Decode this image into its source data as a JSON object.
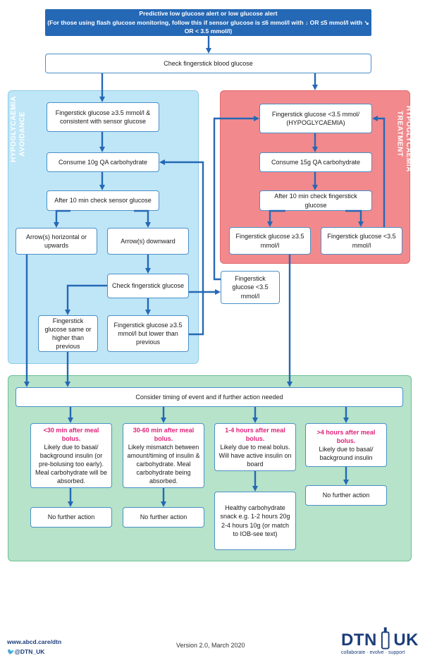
{
  "header": {
    "line1": "Predictive low glucose alert or low glucose alert",
    "line2": "(For those using flash glucose monitoring, follow this if sensor glucose is ≤6 mmol/l with ↓ OR ≤5 mmol/l with ↘ OR < 3.5 mmol/l)"
  },
  "check_fingerstick": "Check fingerstick blood glucose",
  "avoidance": {
    "label_line1": "HYPOGLYCAEMIA",
    "label_line2": "AVOIDANCE",
    "start": "Fingerstick glucose ≥3.5 mmol/l & consistent with sensor glucose",
    "consume": "Consume 10g QA carbohydrate",
    "after10": "After 10 min check sensor glucose",
    "arrows_horizontal": "Arrow(s) horizontal or upwards",
    "arrows_downward": "Arrow(s) downward",
    "check_fingerstick": "Check fingerstick glucose",
    "same_or_higher": "Fingerstick glucose same or higher than previous",
    "lower": "Fingerstick glucose ≥3.5 mmol/l but lower than previous"
  },
  "treatment": {
    "label_line1": "HYPOGLYCAEMIA",
    "label_line2": "TREATMENT",
    "start": "Fingerstick glucose <3.5 mmol/ (HYPOGLYCAEMIA)",
    "consume": "Consume 15g QA carbohydrate",
    "after10": "After 10 min check fingerstick glucose",
    "above": "Fingerstick glucose ≥3.5 mmol/l",
    "below": "Fingerstick glucose <3.5 mmol/l"
  },
  "middle_below": "Fingerstick glucose <3.5 mmol/l",
  "timing": {
    "consider": "Consider timing of event and if further action needed",
    "col1_title": "<30 min after meal bolus.",
    "col1_body": "Likely due to basal/ background insulin (or pre-bolusing too early). Meal carbohydrate will be absorbed.",
    "col2_title": "30-60 min after meal bolus.",
    "col2_body": "Likely mismatch between amount/timing of insulin & carbohydrate. Meal carbohydrate being absorbed.",
    "col3_title": "1-4 hours after meal bolus.",
    "col3_body": "Likely due to meal bolus. Will have active insulin on board",
    "col4_title": ">4 hours after meal bolus.",
    "col4_body": "Likely due to basal/ background insulin",
    "no_further_1": "No further action",
    "no_further_2": "No further action",
    "no_further_4": "No further action",
    "snack": "Healthy carbohydrate snack e.g. 1-2 hours 20g 2-4 hours 10g (or match to IOB-see text)"
  },
  "footer": {
    "website": "www.abcd.care/dtn",
    "twitter": "🐦@DTN_UK",
    "version": "Version 2.0, March 2020",
    "logo_left": "DTN",
    "logo_right": "UK",
    "tagline": "collaborate · evolve · support"
  },
  "colors": {
    "header_blue": "#2568b5",
    "arrow_blue": "#2568b5",
    "avoidance_bg": "#bfe6f7",
    "treatment_bg": "#f2898d",
    "timing_bg": "#b6e3c9",
    "highlight_pink": "#e0217a"
  }
}
